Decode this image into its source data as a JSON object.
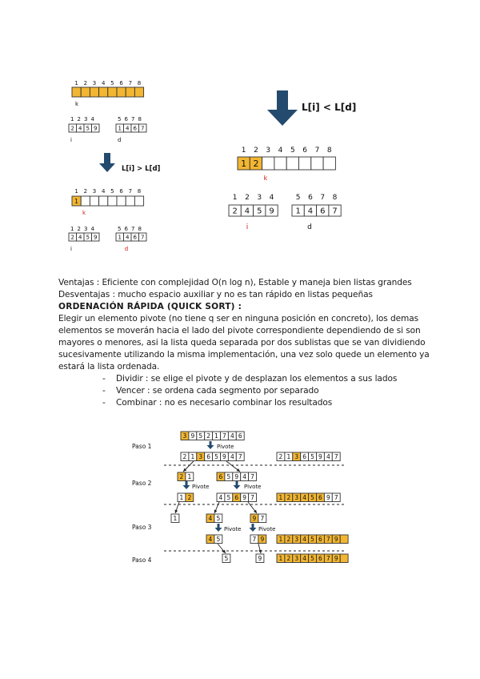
{
  "colors": {
    "accent": "#f2b632",
    "arrow": "#244a6e",
    "red": "#d01818",
    "dash": "#555555"
  },
  "icons": {
    "arrow": "down-arrow-icon"
  },
  "merge_fig": {
    "idx_full": [
      "1",
      "2",
      "3",
      "4",
      "5",
      "6",
      "7",
      "8"
    ],
    "idx_half_left": [
      "1",
      "2",
      "3",
      "4"
    ],
    "idx_half_right": [
      "5",
      "6",
      "7",
      "8"
    ],
    "left_values": [
      "2",
      "4",
      "5",
      "9"
    ],
    "right_values": [
      "1",
      "4",
      "6",
      "7"
    ],
    "k": "k",
    "i": "i",
    "d": "d",
    "merged_small": [
      "1"
    ],
    "merged_big": [
      "1",
      "2"
    ],
    "cond_small": "L[i] > L[d]",
    "cond_big": "L[i] < L[d]"
  },
  "text": {
    "ventajas": "Ventajas : Eficiente con complejidad O(n log n), Estable y maneja bien listas grandes",
    "desventajas": "Desventajas : mucho espacio auxiliar y no es tan rápido en listas pequeñas",
    "heading": "ORDENACIÓN RÁPIDA (QUICK SORT) :",
    "para": [
      "Elegir un elemento pivote (no tiene q ser en ninguna posición en concreto), los demas",
      "elementos se moverán hacia el lado del pivote correspondiente dependiendo de si son",
      "mayores o menores, asi la lista queda separada por dos sublistas que se van dividiendo",
      "sucesivamente utilizando la misma implementación, una vez solo quede un elemento ya",
      "estará la lista ordenada."
    ],
    "bullets": [
      "Dividir : se elige el pivote y de desplazan los elementos a sus lados",
      "Vencer : se ordena cada segmento por separado",
      "Combinar : no es necesario combinar los resultados"
    ]
  },
  "quick_fig": {
    "steps": [
      "Paso 1",
      "Paso 2",
      "Paso 3",
      "Paso 4"
    ],
    "pivot_label": "Pivote",
    "initial": [
      "3",
      "9",
      "5",
      "2",
      "1",
      "7",
      "4",
      "6"
    ],
    "after1": [
      "2",
      "1",
      "3",
      "6",
      "5",
      "9",
      "4",
      "7"
    ],
    "p2_left": [
      "2",
      "1"
    ],
    "p2_right": [
      "6",
      "5",
      "9",
      "4",
      "7"
    ],
    "p2_sorted_left": [
      "1",
      "2"
    ],
    "p2_sorted_right": [
      "4",
      "5",
      "6",
      "9",
      "7"
    ],
    "single_1": [
      "1"
    ],
    "p3_a": [
      "4",
      "5"
    ],
    "p3_b": [
      "9",
      "7"
    ],
    "p3_a_sorted": [
      "4",
      "5"
    ],
    "p3_b_sorted": [
      "7",
      "9"
    ],
    "single_5": [
      "5"
    ],
    "single_9": [
      "9"
    ],
    "right_col": [
      "2",
      "1",
      "3",
      "6",
      "5",
      "9",
      "4",
      "7"
    ],
    "right_p2": [
      "1",
      "2",
      "3",
      "4",
      "5",
      "6",
      "9",
      "7"
    ],
    "right_p3": [
      "1",
      "2",
      "3",
      "4",
      "5",
      "6",
      "7",
      "9"
    ],
    "right_p4": [
      "1",
      "2",
      "3",
      "4",
      "5",
      "6",
      "7",
      "9"
    ]
  }
}
